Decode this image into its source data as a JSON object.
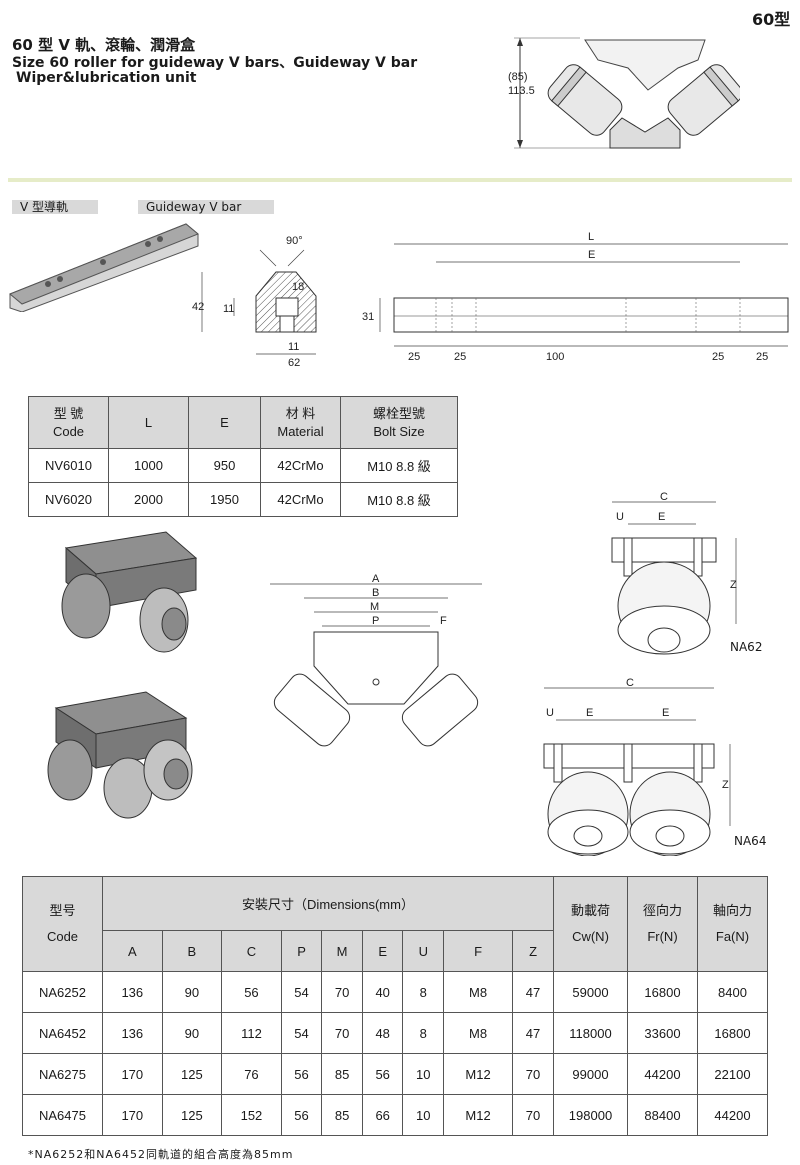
{
  "header": {
    "model": "60型",
    "title_cn": "60 型 V 軌、滾輪、潤滑盒",
    "title_en1": "Size 60 roller for guideway V bars、Guideway V bar",
    "title_en2": "Wiper&lubrication unit"
  },
  "top_drawing": {
    "dim1": "(85)",
    "dim2": "113.5"
  },
  "rail": {
    "label_cn": "V 型導軌",
    "label_en": "Guideway V bar",
    "angle": "90°",
    "section_dims": [
      "42",
      "11",
      "18",
      "11",
      "62"
    ],
    "side_dims": {
      "L": "L",
      "E": "E",
      "h": "31",
      "pitches": [
        "25",
        "25",
        "100",
        "25",
        "25"
      ]
    }
  },
  "rail_table": {
    "headers": [
      {
        "cn": "型 號",
        "en": "Code"
      },
      {
        "cn": "",
        "en": "L"
      },
      {
        "cn": "",
        "en": "E"
      },
      {
        "cn": "材 料",
        "en": "Material"
      },
      {
        "cn": "螺栓型號",
        "en": "Bolt Size"
      }
    ],
    "rows": [
      [
        "NV6010",
        "1000",
        "950",
        "42CrMo",
        "M10 8.8 級"
      ],
      [
        "NV6020",
        "2000",
        "1950",
        "42CrMo",
        "M10 8.8 級"
      ]
    ]
  },
  "roller_drawings": {
    "front_labels": [
      "A",
      "B",
      "M",
      "P",
      "F"
    ],
    "na62": {
      "name": "NA62",
      "labels": [
        "C",
        "U",
        "E",
        "Z"
      ]
    },
    "na64": {
      "name": "NA64",
      "labels": [
        "C",
        "U",
        "E",
        "E",
        "Z"
      ]
    }
  },
  "dim_table": {
    "code_cn": "型号",
    "code_en": "Code",
    "dims_title": "安裝尺寸（Dimensions(mm）",
    "col_cw_cn": "動載荷",
    "col_cw_en": "Cw(N)",
    "col_fr_cn": "徑向力",
    "col_fr_en": "Fr(N)",
    "col_fa_cn": "軸向力",
    "col_fa_en": "Fa(N)",
    "dim_cols": [
      "A",
      "B",
      "C",
      "P",
      "M",
      "E",
      "U",
      "F",
      "Z"
    ],
    "rows": [
      [
        "NA6252",
        "136",
        "90",
        "56",
        "54",
        "70",
        "40",
        "8",
        "M8",
        "47",
        "59000",
        "16800",
        "8400"
      ],
      [
        "NA6452",
        "136",
        "90",
        "112",
        "54",
        "70",
        "48",
        "8",
        "M8",
        "47",
        "118000",
        "33600",
        "16800"
      ],
      [
        "NA6275",
        "170",
        "125",
        "76",
        "56",
        "85",
        "56",
        "10",
        "M12",
        "70",
        "99000",
        "44200",
        "22100"
      ],
      [
        "NA6475",
        "170",
        "125",
        "152",
        "56",
        "85",
        "66",
        "10",
        "M12",
        "70",
        "198000",
        "88400",
        "44200"
      ]
    ]
  },
  "footnote": "*NA6252和NA6452同軌道的組合高度為85mm"
}
